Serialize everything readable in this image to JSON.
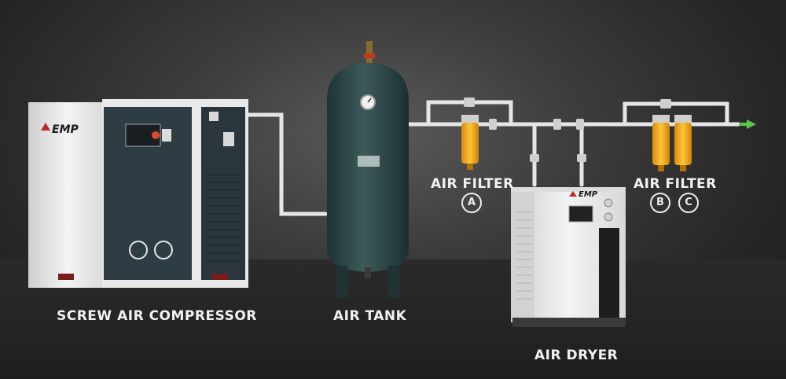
{
  "labels": {
    "compressor": "SCREW AIR COMPRESSOR",
    "tank": "AIR TANK",
    "filter_a": "AIR FILTER",
    "filter_bc": "AIR FILTER",
    "dryer": "AIR DRYER"
  },
  "filter_marks": {
    "a": "A",
    "b": "B",
    "c": "C"
  },
  "brand": {
    "compressor": "EMP",
    "dryer": "EMP"
  },
  "colors": {
    "background": "#2e2e2e",
    "pipe": "#e6e6e6",
    "filter": "#f2a91c",
    "tank": "#2f4a4a",
    "compressor_body": "#e8e8e8",
    "compressor_panel": "#2e3c44",
    "flow_arrow": "#57c84d"
  }
}
